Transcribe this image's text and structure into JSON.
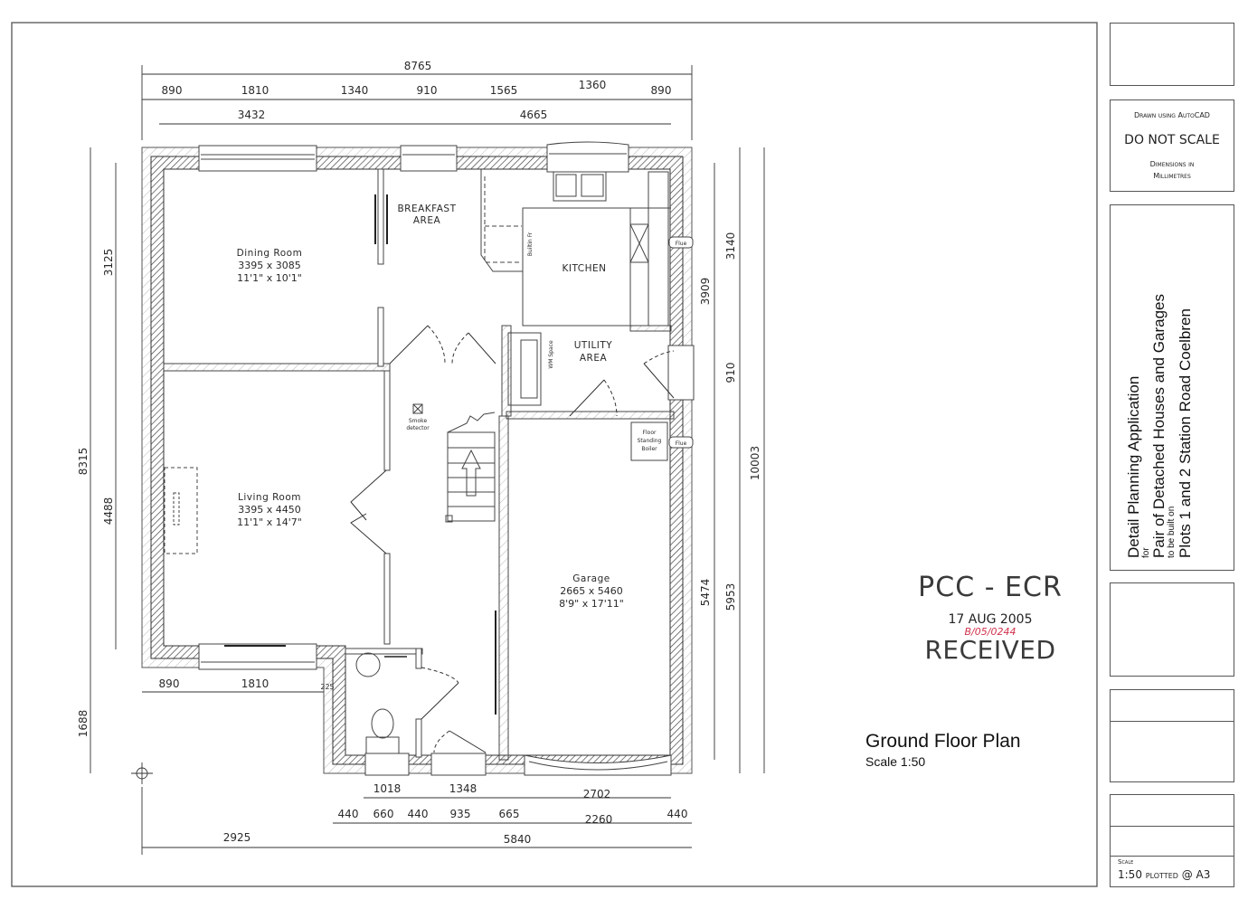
{
  "drawing": {
    "title": "Ground Floor Plan",
    "scale": "Scale 1:50"
  },
  "stamp": {
    "authority": "PCC - ECR",
    "date": "17 AUG 2005",
    "reference": "B/05/0244",
    "status": "RECEIVED",
    "reference_color": "#d0304a"
  },
  "title_block": {
    "software_note": "Drawn using AutoCAD",
    "warning": "DO NOT SCALE",
    "units_note_1": "Dimensions in",
    "units_note_2": "Millimetres",
    "project_line_1": "Detail Planning Application",
    "project_line_2": "for",
    "project_line_3": "Pair of Detached Houses and Garages",
    "project_line_4": "to be built on",
    "project_line_5": "Plots 1 and 2 Station Road Coelbren",
    "scale_label": "Scale",
    "scale_value": "1:50 plotted @ A3"
  },
  "rooms": {
    "dining": {
      "name": "Dining Room",
      "metric": "3395 x 3085",
      "imperial": "11'1\" x 10'1\""
    },
    "breakfast": {
      "name_1": "BREAKFAST",
      "name_2": "AREA"
    },
    "kitchen": {
      "name": "KITCHEN",
      "builtin": "Builtin Fr"
    },
    "utility": {
      "name_1": "UTILITY",
      "name_2": "AREA",
      "wm": "WM Space"
    },
    "living": {
      "name": "Living Room",
      "metric": "3395 x 4450",
      "imperial": "11'1\" x 14'7\""
    },
    "garage": {
      "name": "Garage",
      "metric": "2665 x 5460",
      "imperial": "8'9\" x 17'11\""
    },
    "smoke": {
      "line1": "Smoke",
      "line2": "detector"
    },
    "boiler": {
      "line1": "Floor",
      "line2": "Standing",
      "line3": "Boiler"
    },
    "flue": "Flue"
  },
  "dimensions": {
    "top_overall": "8765",
    "top_row": [
      "890",
      "1810",
      "1340",
      "910",
      "1565",
      "1360",
      "890"
    ],
    "top_inner": [
      "3432",
      "4665"
    ],
    "left_overall": "8315",
    "left_inner": [
      "3125",
      "4488"
    ],
    "left_extension": "1688",
    "right_inner": [
      "3909",
      "5474"
    ],
    "right_mid": [
      "3140",
      "910",
      "5953"
    ],
    "right_overall": "10003",
    "front_living": [
      "890",
      "1810",
      "225"
    ],
    "bottom_row1": [
      "1018",
      "1348",
      "2702"
    ],
    "bottom_row2": [
      "440",
      "660",
      "440",
      "935",
      "665",
      "2260",
      "440"
    ],
    "bottom_overall": [
      "2925",
      "5840"
    ]
  }
}
